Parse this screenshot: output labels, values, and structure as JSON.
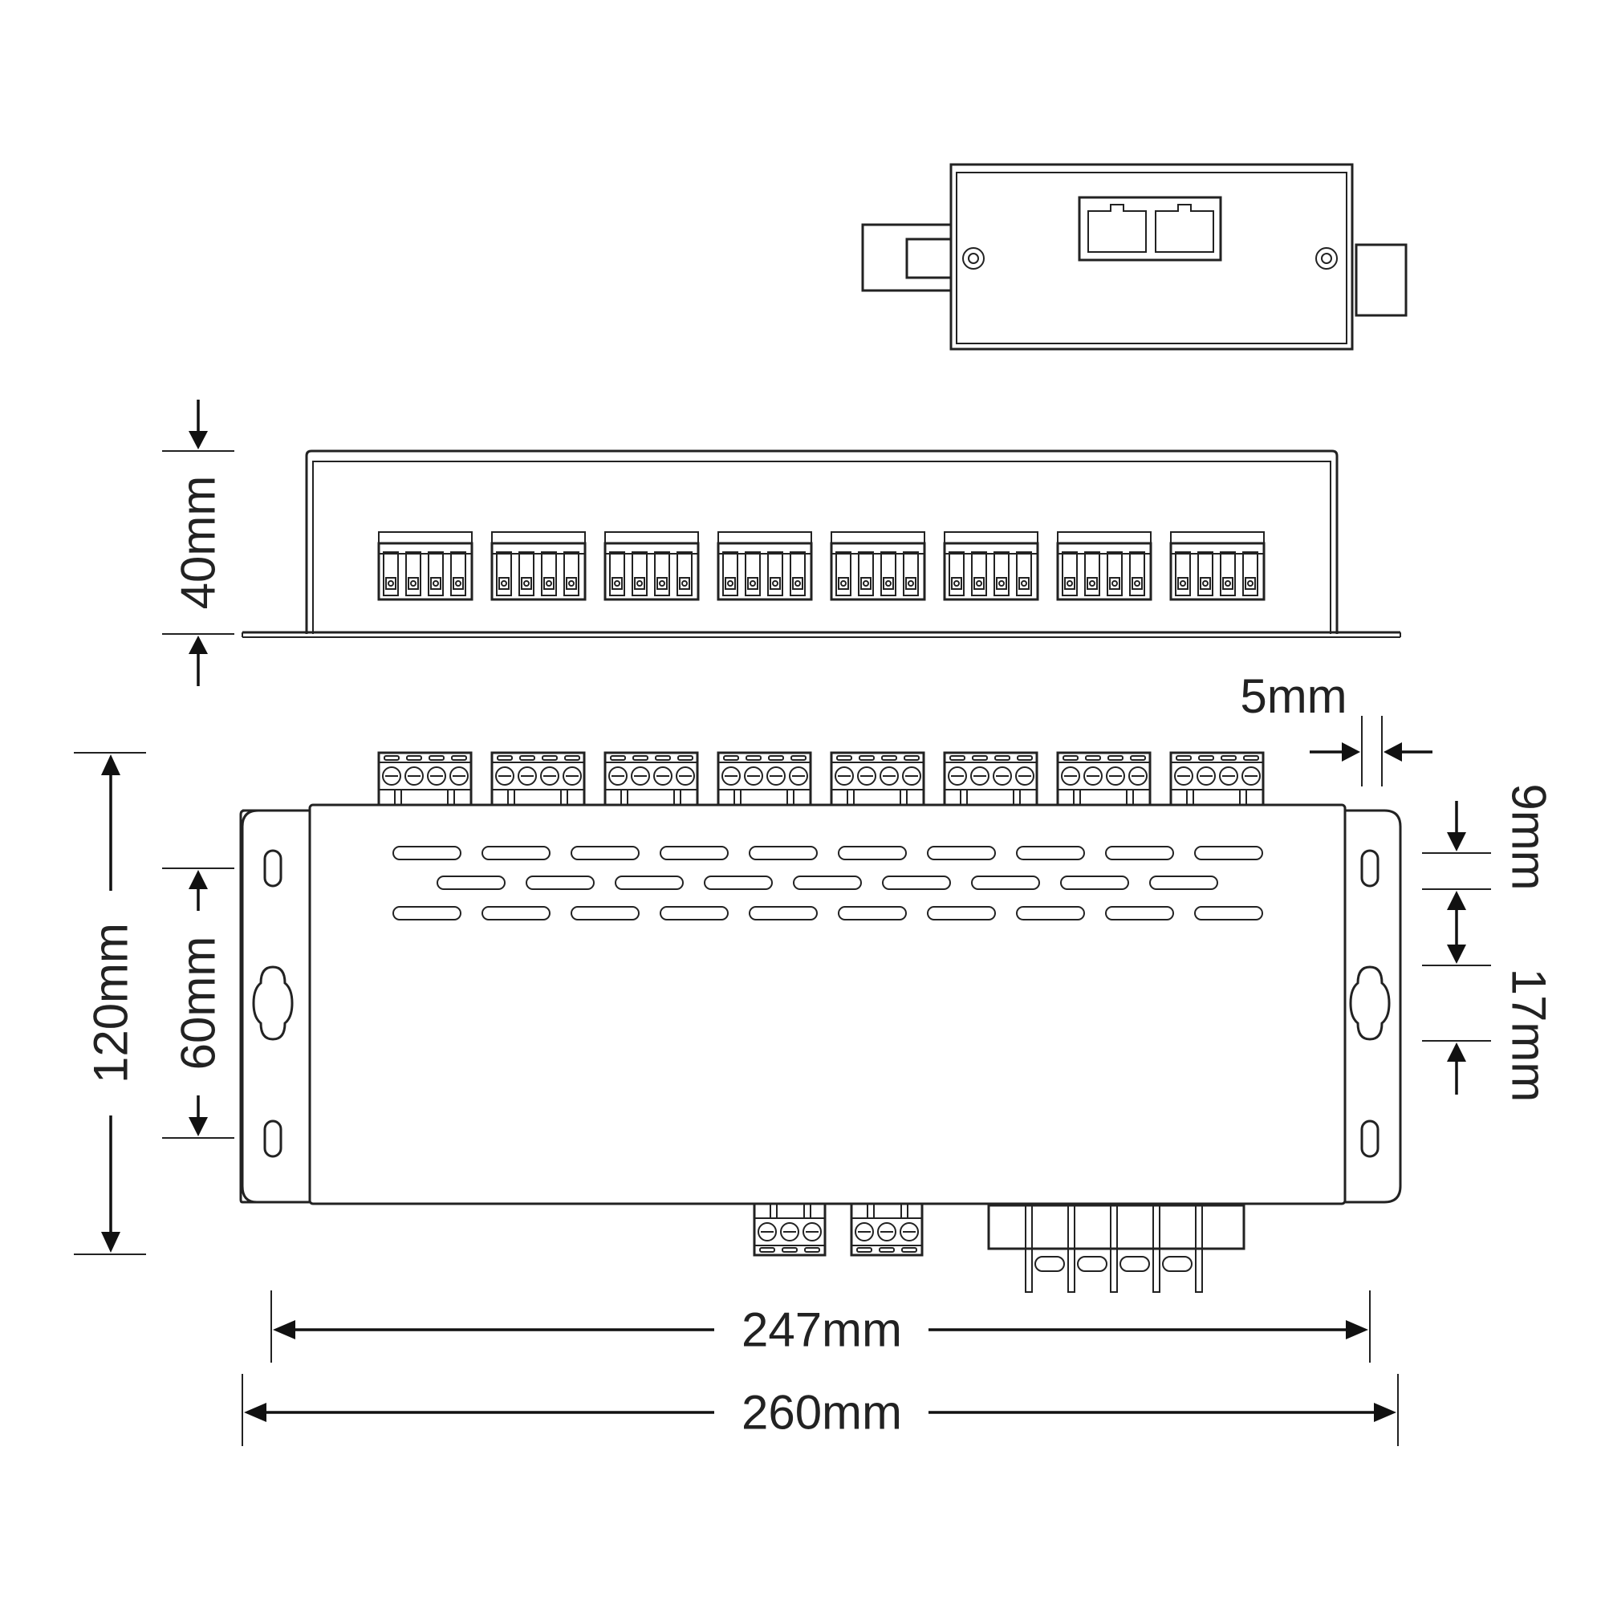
{
  "labels": {
    "height": "40mm",
    "flange_thickness": "5mm",
    "total_depth": "120mm",
    "hole_spacing": "60mm",
    "slot_offset": "9mm",
    "slot_gap": "17mm",
    "hole_pitch": "247mm",
    "total_length": "260mm"
  },
  "counts": {
    "front_terminals": 8,
    "top_terminals": 8,
    "bottom_terminals": 2,
    "rj45_ports": 2,
    "vent_slots": [
      10,
      9,
      10
    ]
  }
}
